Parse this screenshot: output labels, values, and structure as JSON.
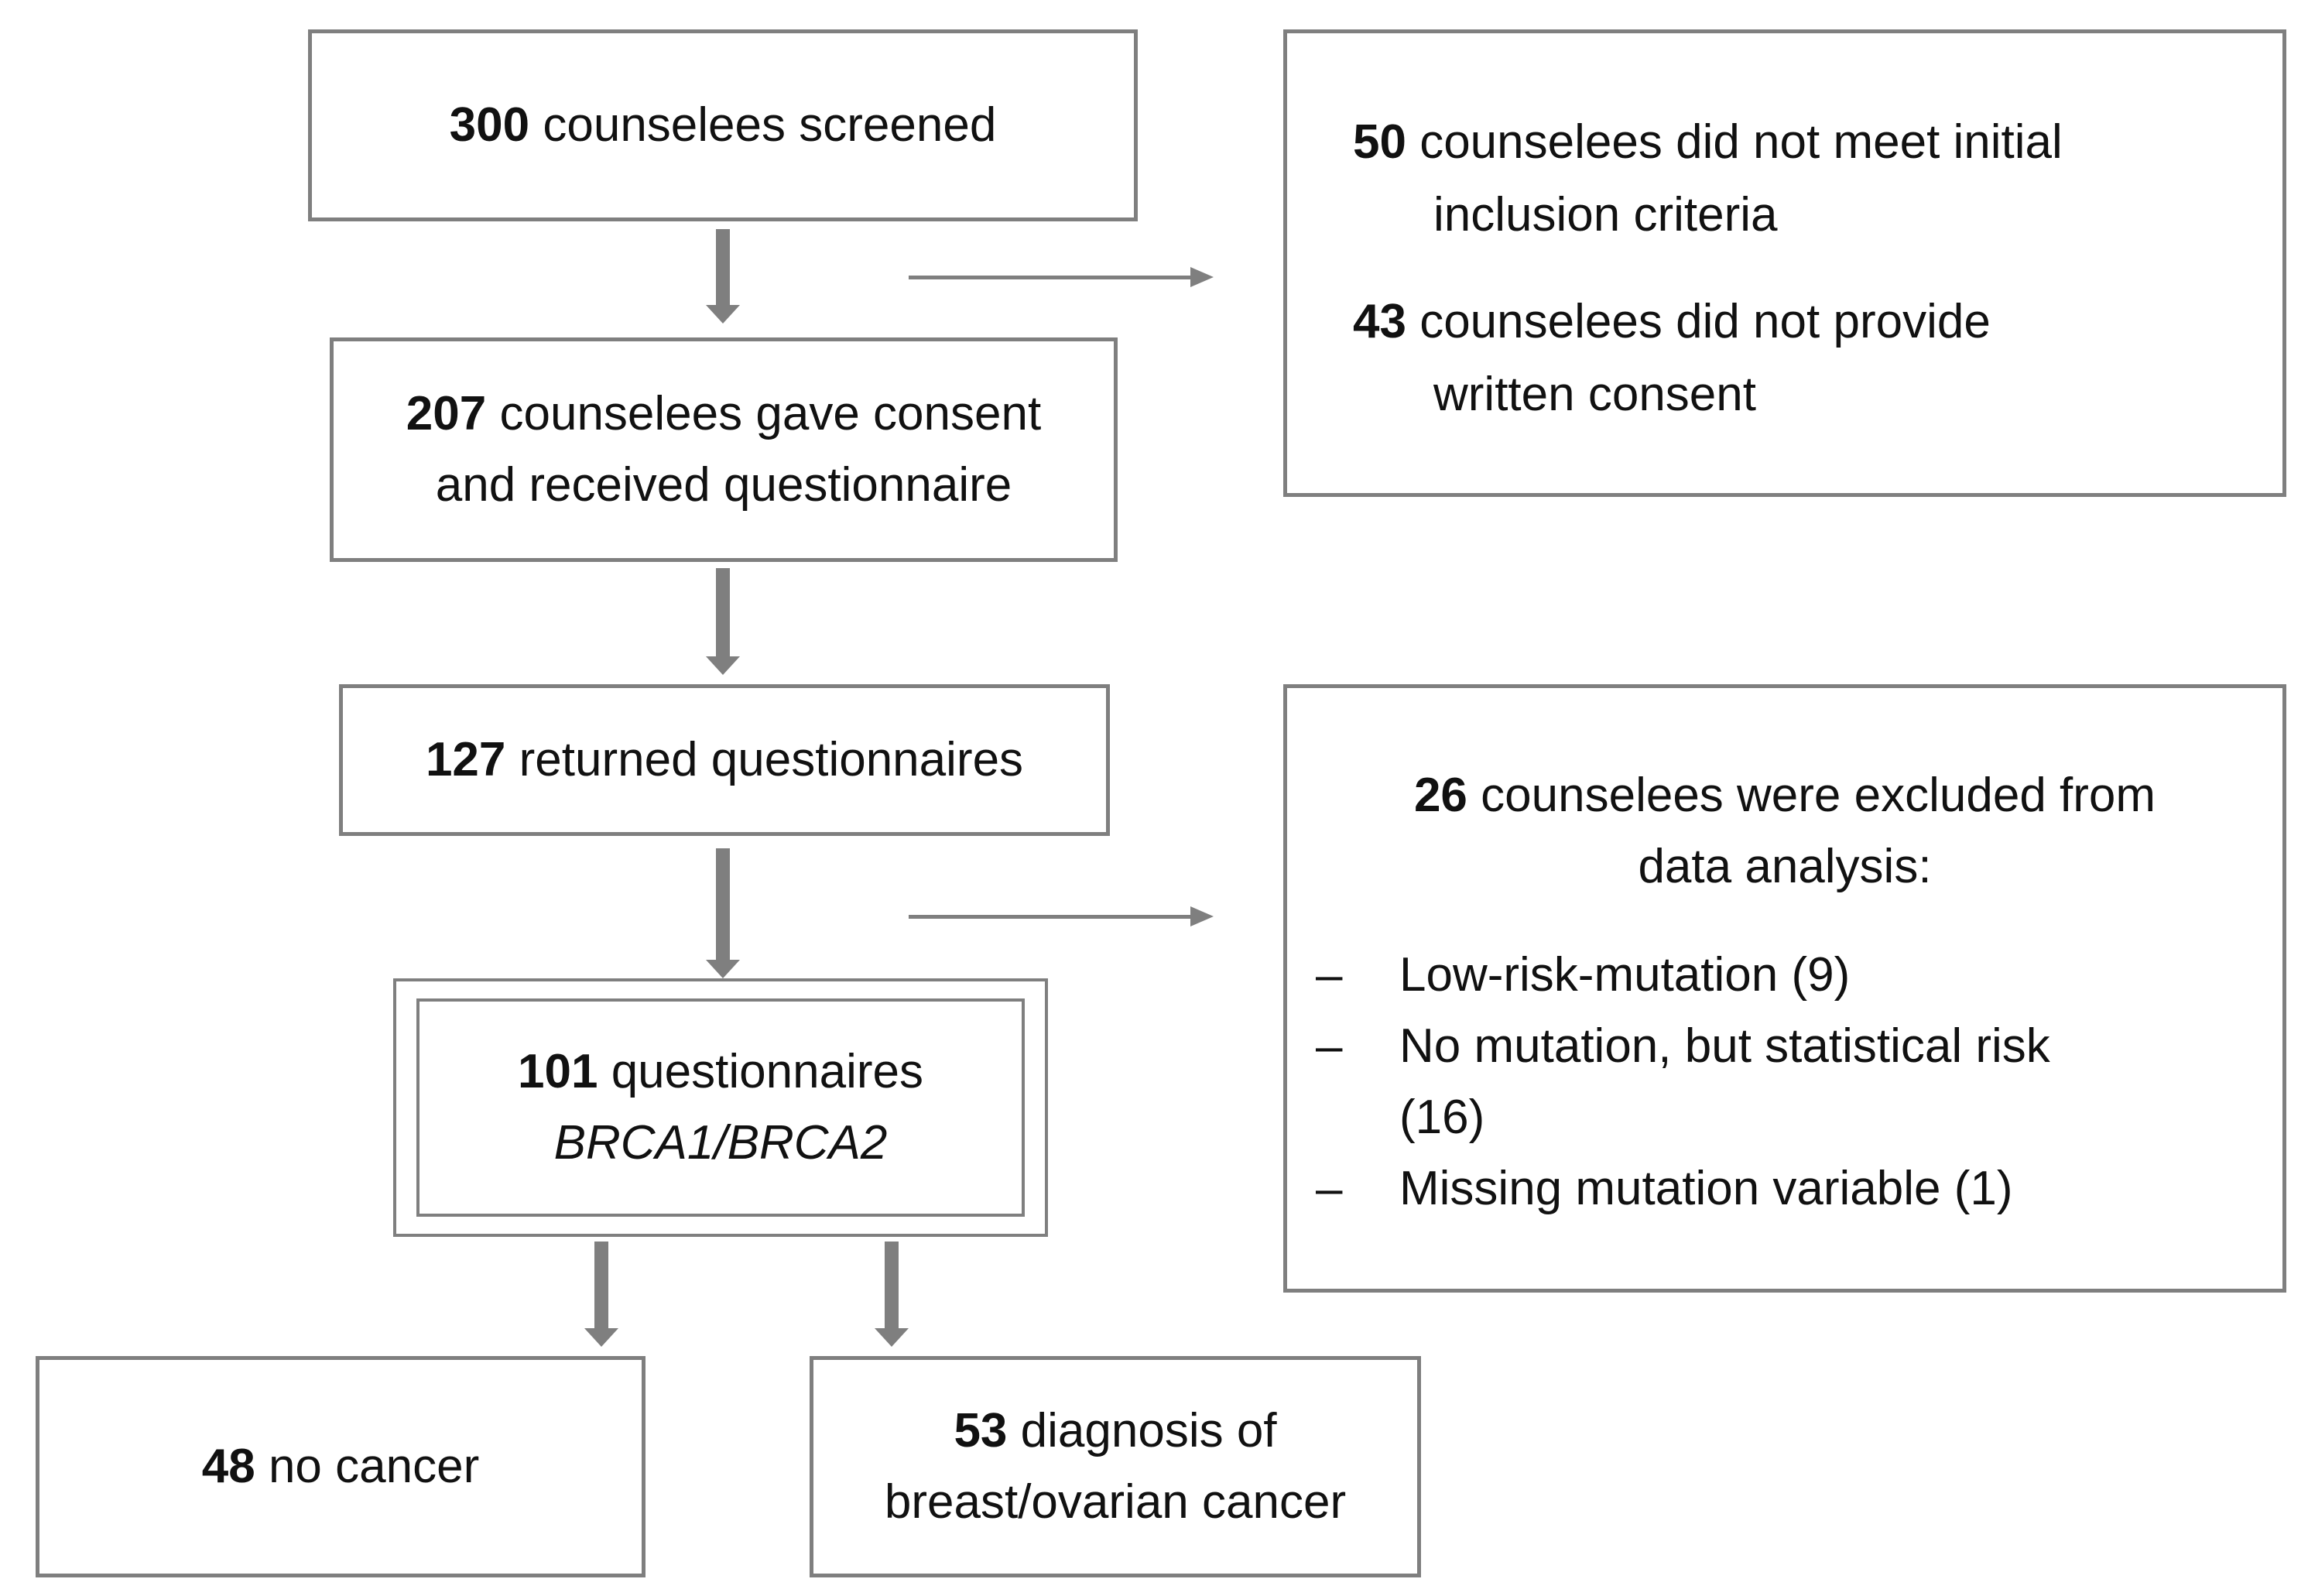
{
  "flow": {
    "screened": {
      "num": "300",
      "text": "counselees screened"
    },
    "consent": {
      "num": "207",
      "line1": "counselees gave consent",
      "line2": "and received questionnaire"
    },
    "returned": {
      "num": "127",
      "text": "returned questionnaires"
    },
    "final": {
      "num": "101",
      "text": "questionnaires",
      "line2": "BRCA1/BRCA2"
    },
    "no_cancer": {
      "num": "48",
      "text": "no cancer"
    },
    "cancer": {
      "num": "53",
      "line1": "diagnosis of",
      "line2": "breast/ovarian cancer"
    }
  },
  "exclusion1": {
    "item1": {
      "num": "50",
      "line1": "counselees did not meet initial",
      "line2": "inclusion criteria"
    },
    "item2": {
      "num": "43",
      "line1": "counselees did not provide",
      "line2": "written consent"
    }
  },
  "exclusion2": {
    "heading": {
      "num": "26",
      "line1": "counselees were excluded from",
      "line2": "data analysis:"
    },
    "bullets": [
      {
        "dash": "–",
        "text": "Low-risk-mutation (9)"
      },
      {
        "dash": "–",
        "text": "No mutation, but statistical risk",
        "text2": "(16)"
      },
      {
        "dash": "–",
        "text": "Missing mutation variable (1)"
      }
    ]
  }
}
